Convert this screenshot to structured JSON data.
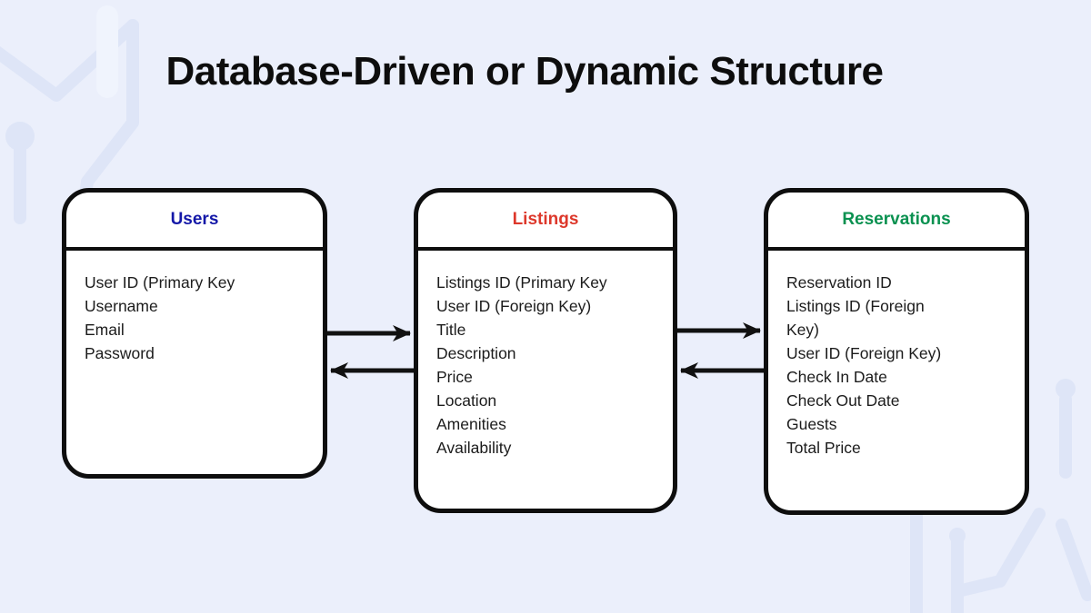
{
  "title": {
    "text": "Database-Driven or Dynamic Structure"
  },
  "entities": [
    {
      "name": "Users",
      "color": "#1418a8",
      "fields": [
        "User ID (Primary Key",
        "Username",
        "Email",
        "Password"
      ]
    },
    {
      "name": "Listings",
      "color": "#dd382b",
      "fields": [
        "Listings ID (Primary Key",
        "User ID (Foreign Key)",
        "Title",
        "Description",
        "Price",
        "Location",
        "Amenities",
        "Availability"
      ]
    },
    {
      "name": "Reservations",
      "color": "#0a9150",
      "fields": [
        "Reservation ID",
        "Listings ID (Foreign Key)",
        "User ID (Foreign Key)",
        "Check In Date",
        "Check Out Date",
        "Guests",
        "Total Price"
      ]
    }
  ],
  "relationships": [
    {
      "from": "Users",
      "to": "Listings",
      "direction": "right"
    },
    {
      "from": "Listings",
      "to": "Users",
      "direction": "left"
    },
    {
      "from": "Listings",
      "to": "Reservations",
      "direction": "right"
    },
    {
      "from": "Reservations",
      "to": "Listings",
      "direction": "left"
    }
  ],
  "colors": {
    "background": "#ebeffb",
    "pattern_trace": "#dee5f7",
    "pattern_light": "#f0f4fd",
    "card_background": "#ffffff",
    "card_border": "#0e0e0e",
    "arrow": "#111111",
    "title_text": "#0d0d0d",
    "body_text": "#1c1c1c"
  }
}
